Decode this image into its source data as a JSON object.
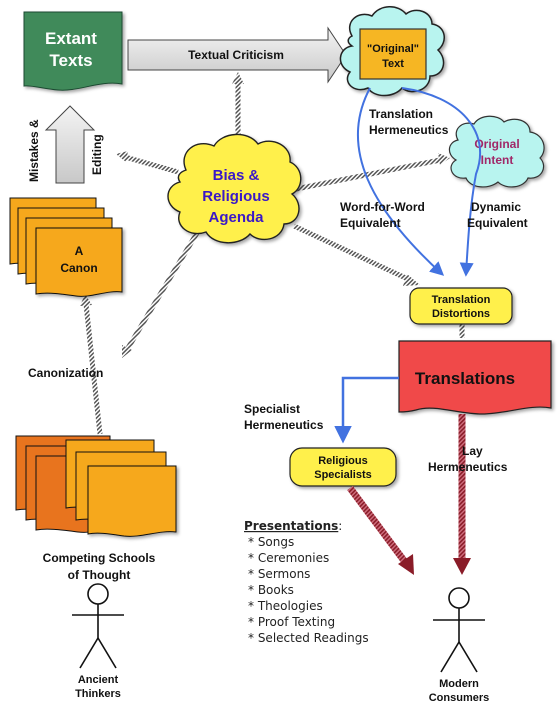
{
  "colors": {
    "green_doc": "#3f8a5a",
    "orange_doc": "#f6a81c",
    "yellow_box": "#fff04c",
    "cyan_cloud": "#b8f4ef",
    "red_doc": "#f04848",
    "blue_arrow": "#4272e0",
    "dark_red_arrow": "#8a1c28"
  },
  "nodes": {
    "extant_texts": [
      "Extant",
      "Texts"
    ],
    "original_text": [
      "\"Original\"",
      "Text"
    ],
    "original_intent": [
      "Original",
      "Intent"
    ],
    "bias": [
      "Bias &",
      "Religious",
      "Agenda"
    ],
    "canon": [
      "A",
      "Canon"
    ],
    "translation_distortions": [
      "Translation",
      "Distortions"
    ],
    "translations": "Translations",
    "religious_specialists": [
      "Religious",
      "Specialists"
    ],
    "competing_schools": [
      "Competing Schools",
      "of Thought"
    ],
    "ancient_thinkers": [
      "Ancient",
      "Thinkers"
    ],
    "modern_consumers": [
      "Modern",
      "Consumers"
    ]
  },
  "labels": {
    "textual_criticism": "Textual Criticism",
    "translation_hermeneutics": [
      "Translation",
      "Hermeneutics"
    ],
    "word_for_word": [
      "Word-for-Word",
      "Equivalent"
    ],
    "dynamic": [
      "Dynamic",
      "Equivalent"
    ],
    "mistakes": "Mistakes &",
    "editing": "Editing",
    "canonization": "Canonization",
    "specialist_hermeneutics": [
      "Specialist",
      "Hermeneutics"
    ],
    "lay_hermeneutics": [
      "Lay",
      "Hermeneutics"
    ]
  },
  "presentations": {
    "heading": "Presentations",
    "colon": ":",
    "items": [
      "* Songs",
      "* Ceremonies",
      "* Sermons",
      "* Books",
      "* Theologies",
      "* Proof Texting",
      "* Selected Readings"
    ]
  }
}
